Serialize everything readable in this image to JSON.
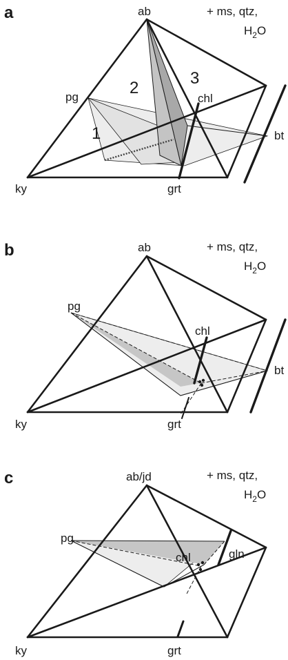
{
  "panels": [
    {
      "letter": "a",
      "apex_label": "ab",
      "assemblage_line1": "+ ms, qtz,",
      "assemblage_line2": "H",
      "water_sub": "2",
      "water_tail": "O",
      "vertices": {
        "pg": "pg",
        "chl": "chl",
        "bt": "bt",
        "ky": "ky",
        "grt": "grt"
      },
      "regions": [
        "1",
        "2",
        "3"
      ]
    },
    {
      "letter": "b",
      "apex_label": "ab",
      "assemblage_line1": "+ ms, qtz,",
      "assemblage_line2": "H",
      "water_sub": "2",
      "water_tail": "O",
      "vertices": {
        "pg": "pg",
        "chl": "chl",
        "bt": "bt",
        "ky": "ky",
        "grt": "grt"
      }
    },
    {
      "letter": "c",
      "apex_label": "ab/jd",
      "assemblage_line1": "+ ms, qtz,",
      "assemblage_line2": "H",
      "water_sub": "2",
      "water_tail": "O",
      "vertices": {
        "pg": "pg",
        "chl": "chl",
        "gln": "gln",
        "ky": "ky",
        "grt": "grt"
      }
    }
  ],
  "colors": {
    "line": "#1a1a1a",
    "dark_fill": "#a9a9a9",
    "mid_fill": "#c8c8c8",
    "light_fill": "#ececec"
  }
}
